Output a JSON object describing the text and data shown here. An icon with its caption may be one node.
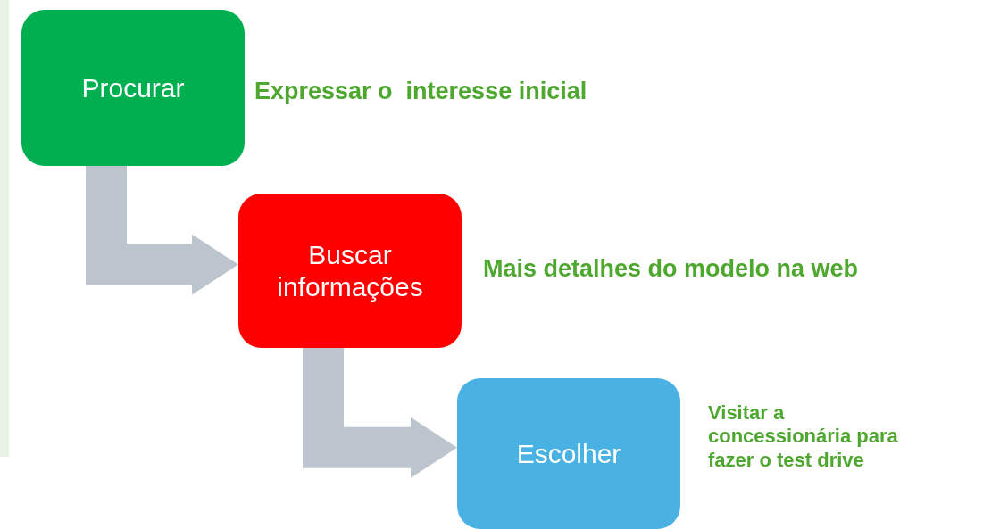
{
  "diagram": {
    "nodes": [
      {
        "text": [
          "Procurar"
        ],
        "beside": [
          "Expressar o  interesse inicial"
        ]
      },
      {
        "text": [
          "Buscar informações"
        ],
        "beside": [
          "Mais detalhes do modelo na web"
        ]
      },
      {
        "text": [
          "Escolher"
        ],
        "beside": [
          "Visitar a concessionária para fazer o test drive"
        ]
      }
    ],
    "edges": [
      {
        "from": 0,
        "to": 1,
        "arrow": "to"
      },
      {
        "from": 1,
        "to": 2,
        "arrow": "to"
      }
    ]
  }
}
